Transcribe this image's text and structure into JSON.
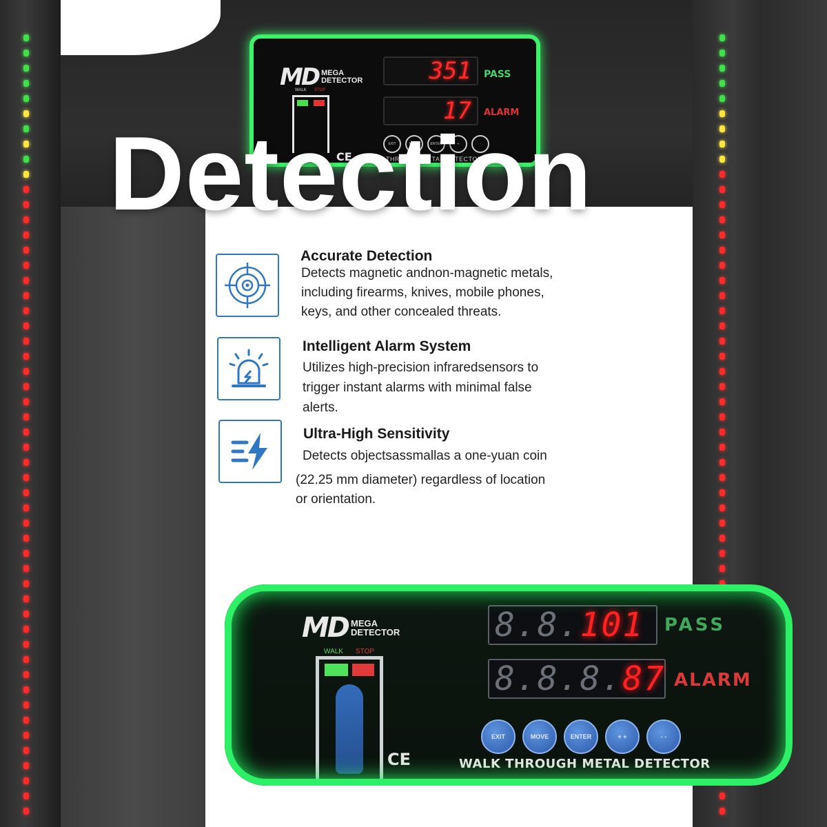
{
  "headline": "Detection",
  "top_panel": {
    "brand_mark": "MD",
    "brand_line1": "MEGA",
    "brand_line2": "DETECTOR",
    "pass_count": "351",
    "pass_label": "PASS",
    "alarm_count": "17",
    "alarm_label": "ALARM",
    "walk_label": "WALK",
    "stop_label": "STOP",
    "buttons": [
      "EXIT",
      "MOVE",
      "ENTER",
      "+",
      "-"
    ],
    "caption": "WALK THROUGH METAL DETECTOR",
    "ce": "CE"
  },
  "features": [
    {
      "icon": "target-icon",
      "title": "Accurate Detection",
      "lines": [
        "Detects magnetic andnon-magnetic metals,",
        "including firearms, knives, mobile phones,",
        "keys, and other concealed threats."
      ]
    },
    {
      "icon": "siren-alarm-icon",
      "title": "Intelligent Alarm System",
      "lines": [
        "Utilizes high-precision infraredsensors to",
        "trigger instant alarms with minimal false",
        "alerts."
      ]
    },
    {
      "icon": "fast-lightning-icon",
      "title": "Ultra-High Sensitivity",
      "lines": [
        "Detects objectsassmallas a one-yuan coin",
        "(22.25 mm diameter) regardless of location",
        "or orientation."
      ]
    }
  ],
  "bottom_panel": {
    "brand_mark": "MD",
    "brand_line1": "MEGA",
    "brand_line2": "DETECTOR",
    "pass_dim": "8.8.",
    "pass_value": "101",
    "pass_label": "PASS",
    "alarm_dim": "8.8.8.",
    "alarm_value": "87",
    "alarm_label": "ALARM",
    "walk_label": "WALK",
    "stop_label": "STOP",
    "buttons": [
      "EXIT",
      "MOVE",
      "ENTER",
      "+ +",
      "- -"
    ],
    "caption": "WALK THROUGH METAL DETECTOR",
    "ce": "CE"
  },
  "colors": {
    "accent_blue": "#2f77c2",
    "panel_green": "#3ff06a",
    "led_red": "#ff2b2b",
    "led_green": "#41e04a",
    "led_yellow": "#ffe640"
  }
}
